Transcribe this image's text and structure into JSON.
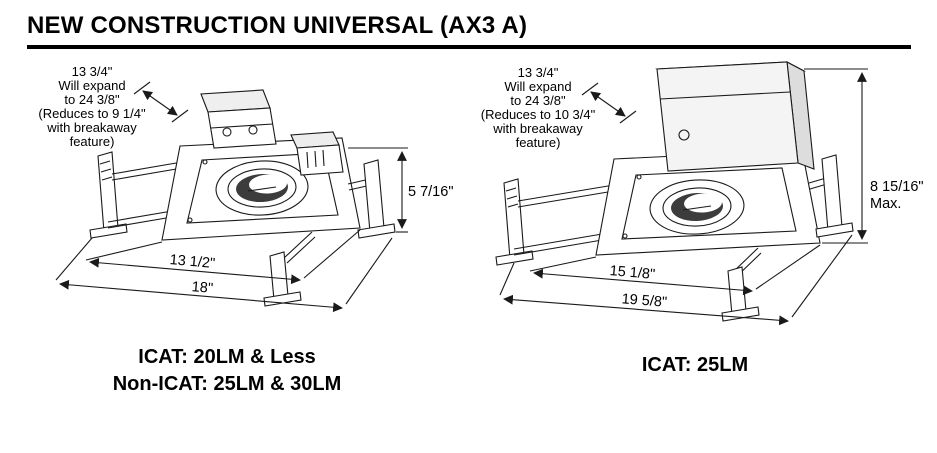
{
  "page": {
    "title": "NEW CONSTRUCTION UNIVERSAL (AX3 A)"
  },
  "figures": {
    "left": {
      "expand_note": [
        "13 3/4\"",
        "Will expand",
        "to 24 3/8\"",
        "(Reduces to 9 1/4\"",
        "with breakaway",
        "feature)"
      ],
      "height_dim": "5 7/16\"",
      "pan_width_dim": "13 1/2\"",
      "overall_width_dim": "18\"",
      "caption_line1": "ICAT: 20LM & Less",
      "caption_line2": "Non-ICAT: 25LM & 30LM"
    },
    "right": {
      "expand_note": [
        "13 3/4\"",
        "Will expand",
        "to 24 3/8\"",
        "(Reduces to 10 3/4\"",
        "with breakaway",
        "feature)"
      ],
      "height_dim": "8 15/16\"",
      "height_dim_qualifier": "Max.",
      "pan_width_dim": "15 1/8\"",
      "overall_width_dim": "19 5/8\"",
      "caption_line1": "ICAT: 25LM"
    }
  }
}
